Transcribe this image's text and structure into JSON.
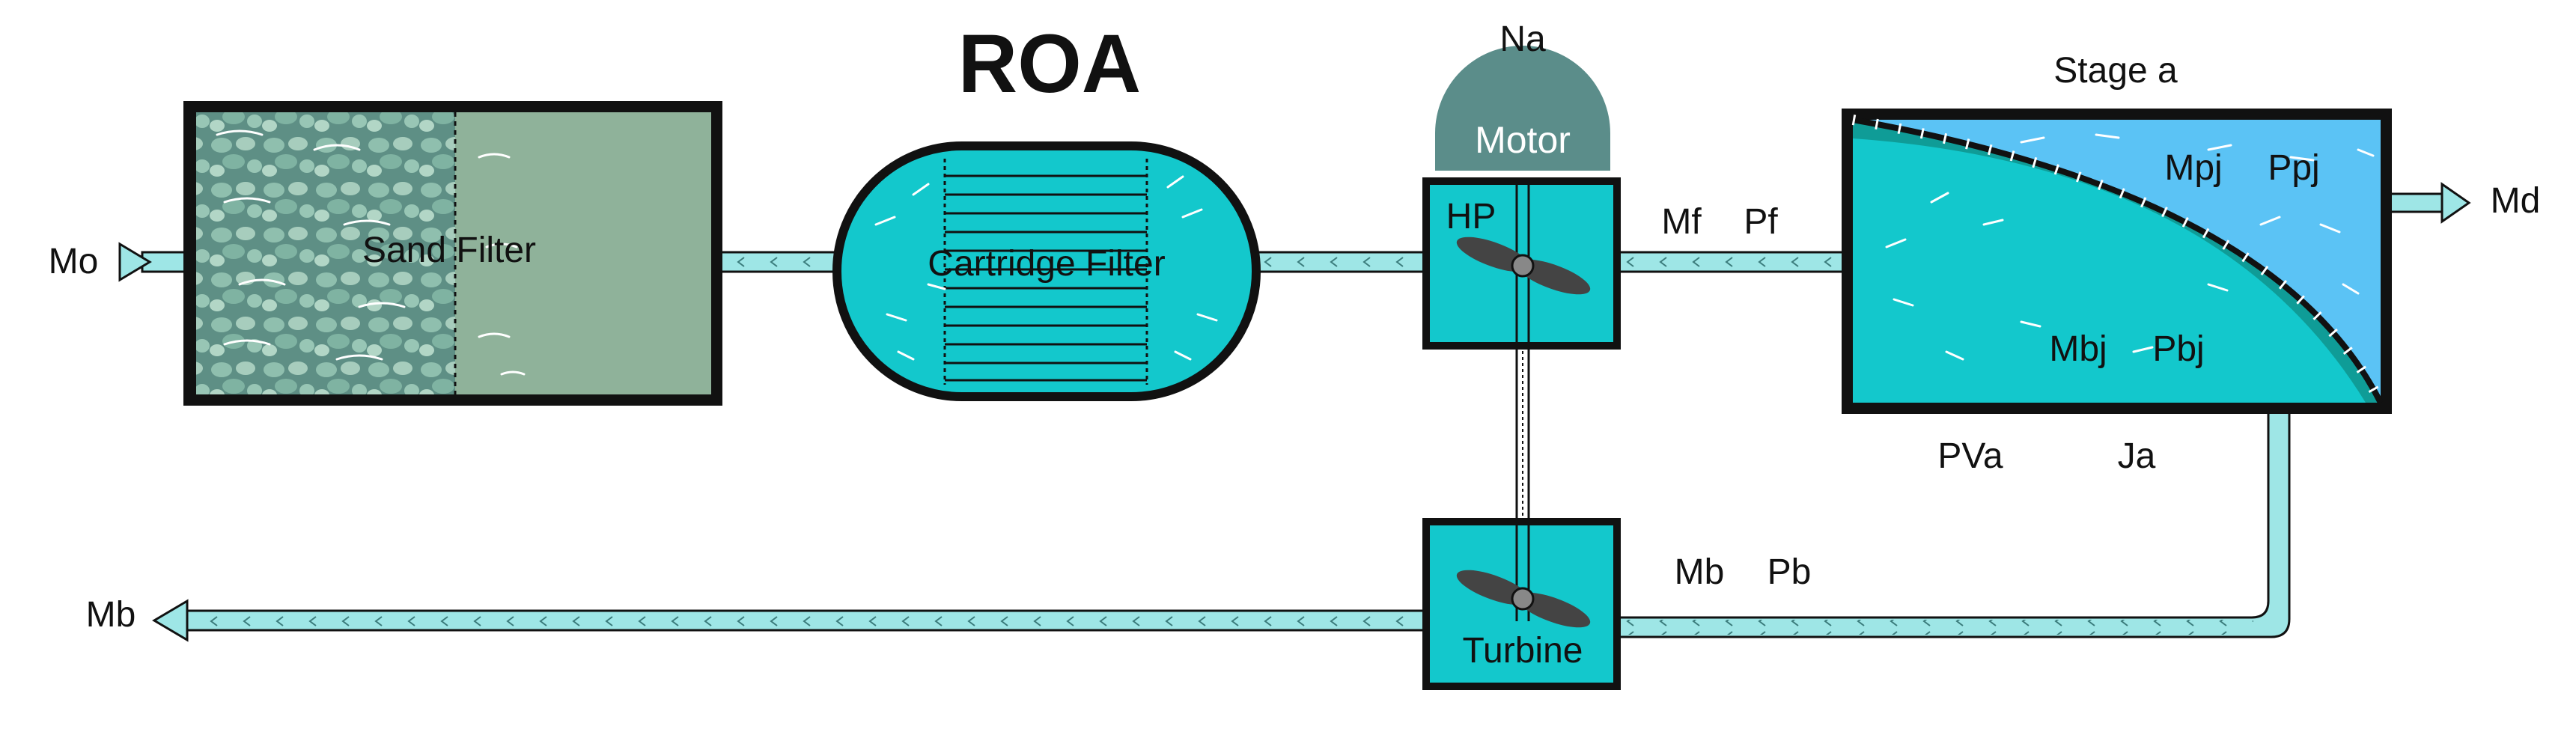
{
  "title": "ROA",
  "components": {
    "sand_filter": "Sand Filter",
    "cartridge_filter": "Cartridge Filter",
    "motor": "Motor",
    "pump": "HP",
    "turbine": "Turbine",
    "stage": "Stage a"
  },
  "variables": {
    "feed_in": "Mo",
    "motor_power": "Na",
    "feed_flow": "Mf",
    "feed_pressure": "Pf",
    "permeate_flow_j": "Mpj",
    "permeate_pressure_j": "Ppj",
    "product_out": "Md",
    "brine_flow_j": "Mbj",
    "brine_pressure_j": "Pbj",
    "vessel_count": "PVa",
    "flux": "Ja",
    "brine_flow": "Mb",
    "brine_pressure": "Pb",
    "brine_out": "Mb"
  },
  "colors": {
    "pipe": "#9ee6e6",
    "equipment": "#13c8cc",
    "permeate": "#5bc3f5",
    "membrane": "#0f9c97",
    "motor": "#5b8d8a",
    "sand_filter": "#8fb29a",
    "outline": "#111111"
  }
}
